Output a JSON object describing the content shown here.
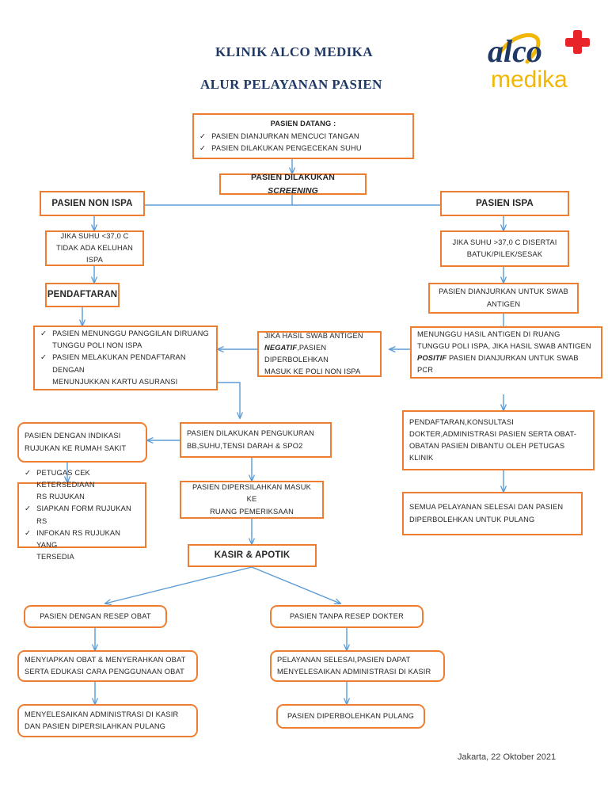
{
  "document": {
    "title_line_1": "KLINIK ALCO MEDIKA",
    "title_line_2": "ALUR PELAYANAN PASIEN",
    "footer": "Jakarta, 22 Oktober 2021",
    "title_color": "#1F3864",
    "box_border_color": "#ED7D31",
    "connector_color": "#5B9BD5"
  },
  "logo": {
    "word_mark": "alco",
    "sub_mark": "medika",
    "cross_icon": "medical-cross-icon",
    "word_mark_color": "#1F3864",
    "sub_mark_color": "#F2B705",
    "cross_color": "#E8232A"
  },
  "nodes": {
    "pasien_datang": {
      "heading": "PASIEN DATANG :",
      "items": [
        "PASIEN DIANJURKAN MENCUCI TANGAN",
        "PASIEN DILAKUKAN PENGECEKAN SUHU"
      ]
    },
    "screening": {
      "text_a": "PASIEN DILAKUKAN ",
      "text_b": "SCREENING"
    },
    "non_ispa": {
      "text": "PASIEN NON ISPA"
    },
    "ispa": {
      "text": "PASIEN ISPA"
    },
    "suhu_normal": {
      "line1": "JIKA SUHU <37,0 C",
      "line2": "TIDAK ADA KELUHAN ISPA"
    },
    "suhu_tinggi": {
      "line1": "JIKA SUHU >37,0 C DISERTAI",
      "line2": "BATUK/PILEK/SESAK"
    },
    "pendaftaran": {
      "text": "PENDAFTARAN"
    },
    "swab_antigen": {
      "line1": "PASIEN DIANJURKAN UNTUK SWAB",
      "line2": "ANTIGEN"
    },
    "tunggu_poli_non_ispa": {
      "items": [
        [
          "PASIEN MENUNGGU PANGGILAN DIRUANG",
          "TUNGGU POLI NON ISPA"
        ],
        [
          "PASIEN MELAKUKAN PENDAFTARAN DENGAN",
          "MENUNJUKKAN KARTU ASURANSI"
        ]
      ]
    },
    "hasil_negatif": {
      "line1": "JIKA HASIL SWAB ANTIGEN",
      "line2_em": "NEGATIF",
      "line2_rest": ",PASIEN DIPERBOLEHKAN",
      "line3": "MASUK KE POLI NON ISPA"
    },
    "menunggu_hasil": {
      "line1": "MENUNGGU HASIL ANTIGEN DI RUANG",
      "line2": "TUNGGU POLI  ISPA, JIKA HASIL SWAB ANTIGEN",
      "line3_em": "POSITIF",
      "line3_rest": " PASIEN DIANJURKAN UNTUK SWAB  PCR"
    },
    "indikasi_rujukan": {
      "line1": "PASIEN DENGAN INDIKASI",
      "line2": "RUJUKAN KE RUMAH SAKIT"
    },
    "pengukuran": {
      "line1": "PASIEN DILAKUKAN PENGUKURAN",
      "line2": "BB,SUHU,TENSI DARAH & SPO2"
    },
    "pendaftaran_konsultasi": {
      "line1": "PENDAFTARAN,KONSULTASI",
      "line2": "DOKTER,ADMINISTRASI PASIEN SERTA OBAT-",
      "line3": "OBATAN PASIEN DIBANTU OLEH PETUGAS",
      "line4": "KLINIK"
    },
    "cek_rujukan": {
      "items": [
        [
          "PETUGAS CEK KETERSEDIAAN",
          "RS RUJUKAN"
        ],
        [
          "SIAPKAN FORM RUJUKAN RS",
          ""
        ],
        [
          "INFOKAN RS RUJUKAN YANG",
          "TERSEDIA"
        ]
      ]
    },
    "ruang_pemeriksaan": {
      "line1": "PASIEN DIPERSILAHKAN MASUK KE",
      "line2": "RUANG PEMERIKSAAN"
    },
    "pelayanan_selesai": {
      "line1": "SEMUA PELAYANAN SELESAI DAN PASIEN",
      "line2": "DIPERBOLEHKAN UNTUK PULANG"
    },
    "kasir_apotik": {
      "text": "KASIR & APOTIK"
    },
    "dengan_resep": {
      "text": "PASIEN DENGAN RESEP OBAT"
    },
    "tanpa_resep": {
      "text": "PASIEN TANPA RESEP DOKTER"
    },
    "menyiapkan_obat": {
      "line1": "MENYIAPKAN OBAT & MENYERAHKAN OBAT",
      "line2": "SERTA EDUKASI CARA PENGGUNAAN OBAT"
    },
    "pelayanan_selesai_kasir": {
      "line1": "PELAYANAN SELESAI,PASIEN DAPAT",
      "line2": "MENYELESAIKAN ADMINISTRASI DI KASIR"
    },
    "administrasi_kasir": {
      "line1": "MENYELESAIKAN ADMINISTRASI DI KASIR",
      "line2": "DAN PASIEN DIPERSILAHKAN PULANG"
    },
    "diperbolehkan_pulang": {
      "text": "PASIEN DIPERBOLEHKAN PULANG"
    }
  },
  "glyphs": {
    "check": "✓"
  }
}
